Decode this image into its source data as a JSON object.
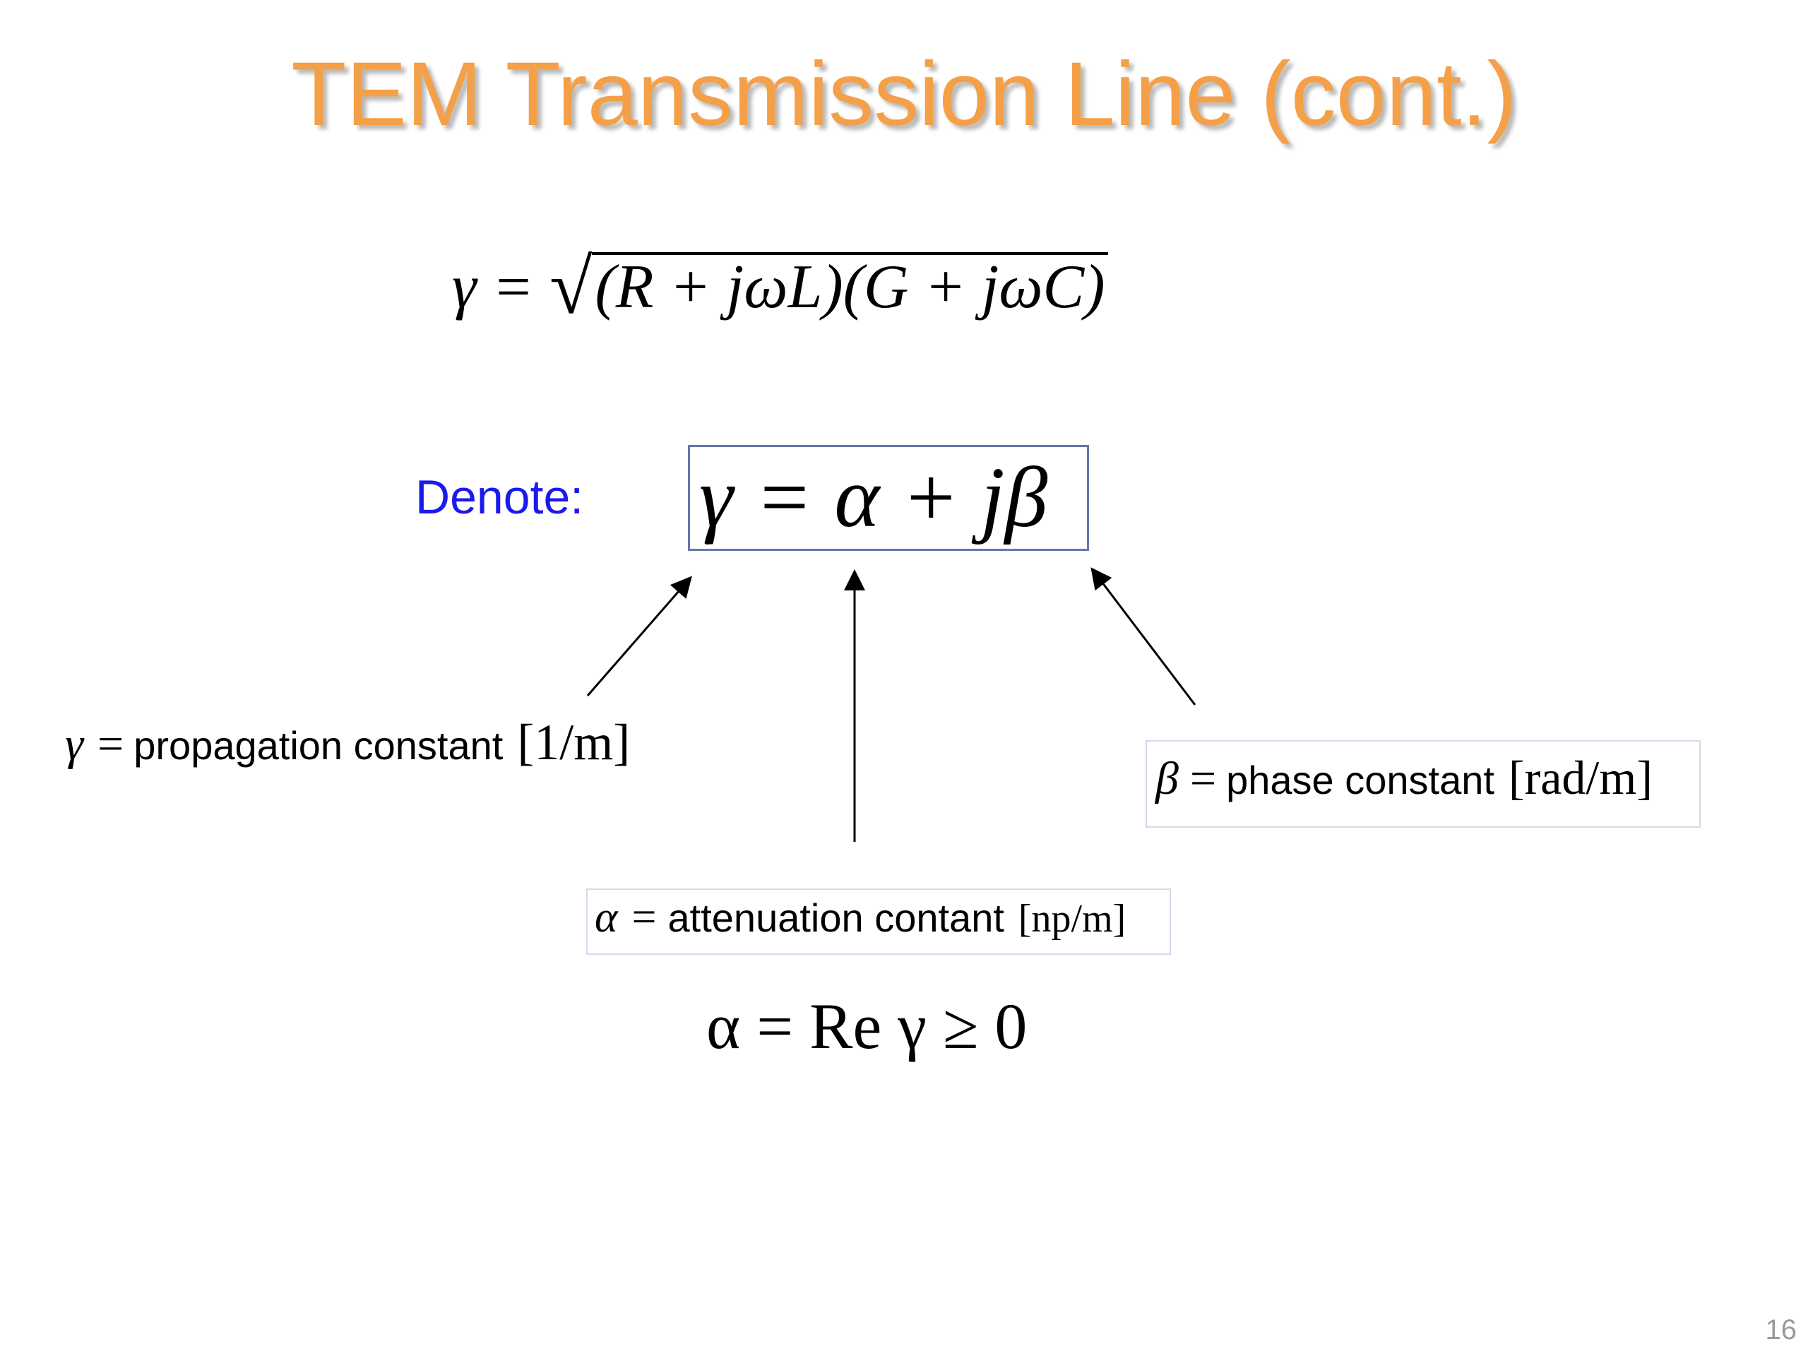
{
  "slide": {
    "title": "TEM Transmission Line (cont.)",
    "page_number": "16"
  },
  "equations": {
    "gamma_lhs": "γ =",
    "radical": "√",
    "gamma_radicand": "(R + jωL)(G + jωC)",
    "denote_label": "Denote:",
    "main": "γ = α + jβ",
    "alpha_re": "α = Re γ ≥ 0"
  },
  "labels": {
    "gamma": {
      "symbol": "γ",
      "equals": "=",
      "text": "propagation constant",
      "unit": "[1/m]"
    },
    "beta": {
      "symbol": "β",
      "equals": "=",
      "text": "phase constant",
      "unit": "[rad/m]"
    },
    "alpha": {
      "symbol": "α",
      "equals": "=",
      "text": "attenuation contant",
      "unit": "[np/m]"
    }
  }
}
